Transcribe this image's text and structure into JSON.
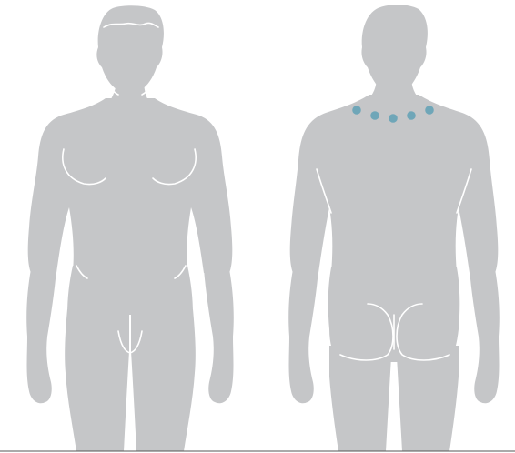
{
  "figure": {
    "views": [
      {
        "id": "front",
        "view": "front",
        "marked_points": 0
      },
      {
        "id": "back",
        "view": "back",
        "marked_points": 5
      }
    ],
    "colors": {
      "body_fill": "#c5c6c8",
      "contour_lines": "#ffffff",
      "point_marker": "#6fa6b8",
      "baseline": "#555555",
      "background": "#ffffff"
    }
  }
}
